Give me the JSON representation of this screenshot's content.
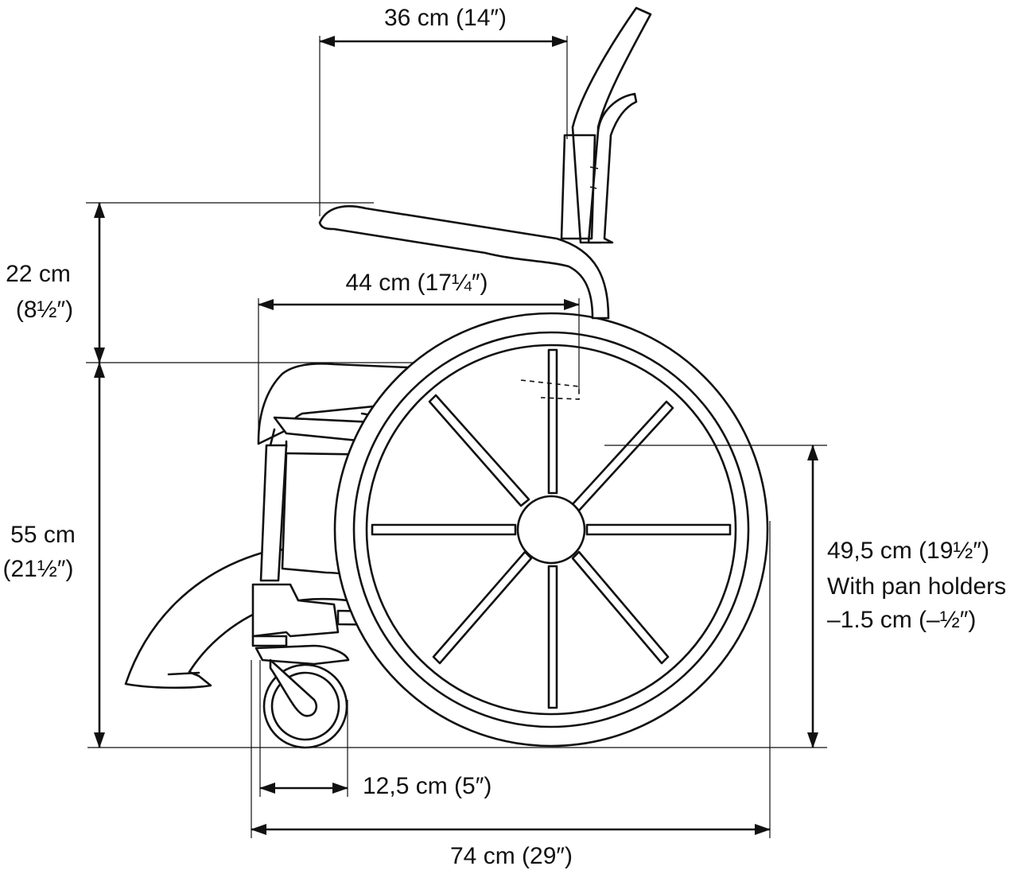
{
  "dimensions": {
    "backrest_depth": "36 cm (14″)",
    "seat_depth": "44 cm (17¼″)",
    "armrest_height_cm": "22 cm",
    "armrest_height_in": "(8½″)",
    "seat_height_cm": "55 cm",
    "seat_height_in": "(21½″)",
    "pan_height_line1": "49,5 cm (19½″)",
    "pan_height_line2": "With pan holders",
    "pan_height_line3": "–1.5 cm (–½″)",
    "castor_diameter": "12,5 cm (5″)",
    "total_length": "74 cm (29″)"
  }
}
